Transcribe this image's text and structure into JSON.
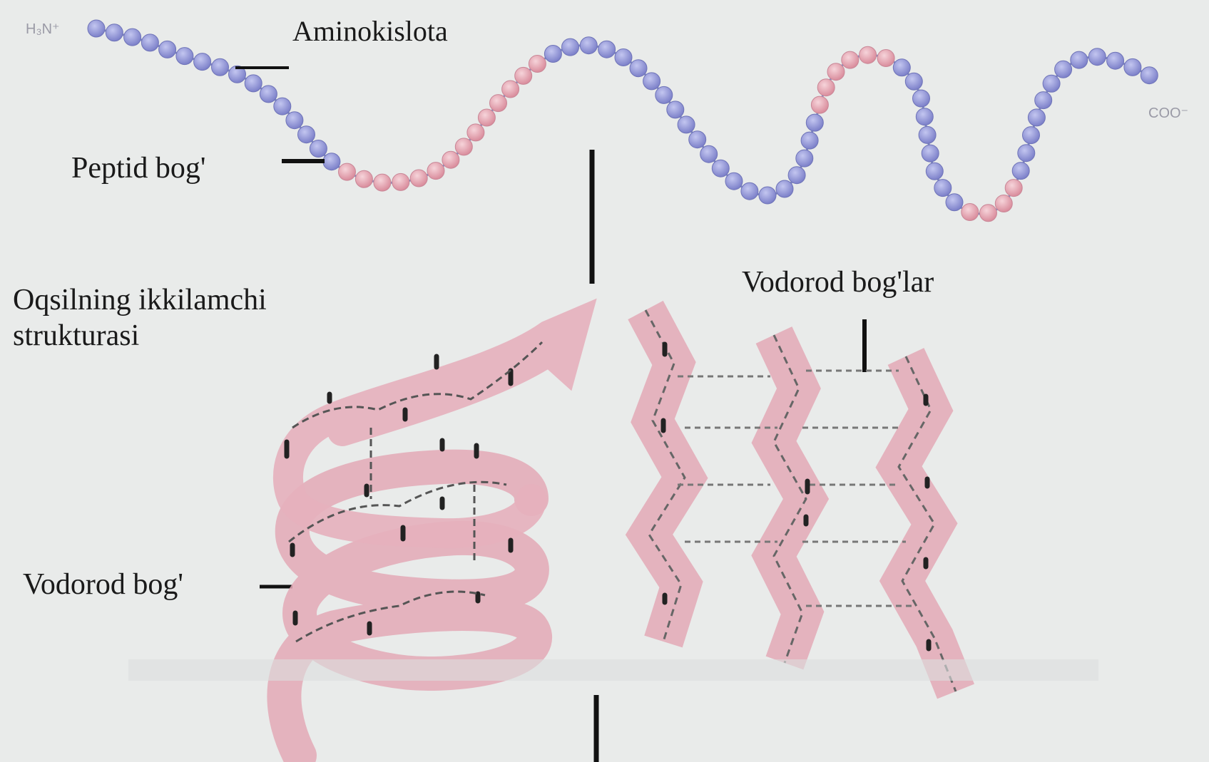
{
  "labels": {
    "amino_acid": "Aminokislota",
    "peptide_bond": "Peptid bog'",
    "hydrogen_bonds": "Vodorod bog'lar",
    "secondary_structure": "Oqsilning ikkilamchi\nstrukturasi",
    "hydrogen_bond": "Vodorod bog'",
    "n_terminus": "H₃N⁺",
    "c_terminus": "COO⁻"
  },
  "colors": {
    "background": "#e9ebea",
    "bead_blue": "#8f93d6",
    "bead_pink": "#e6a7b3",
    "ribbon": "#e3a9b6",
    "ink": "#1a1a1a"
  }
}
